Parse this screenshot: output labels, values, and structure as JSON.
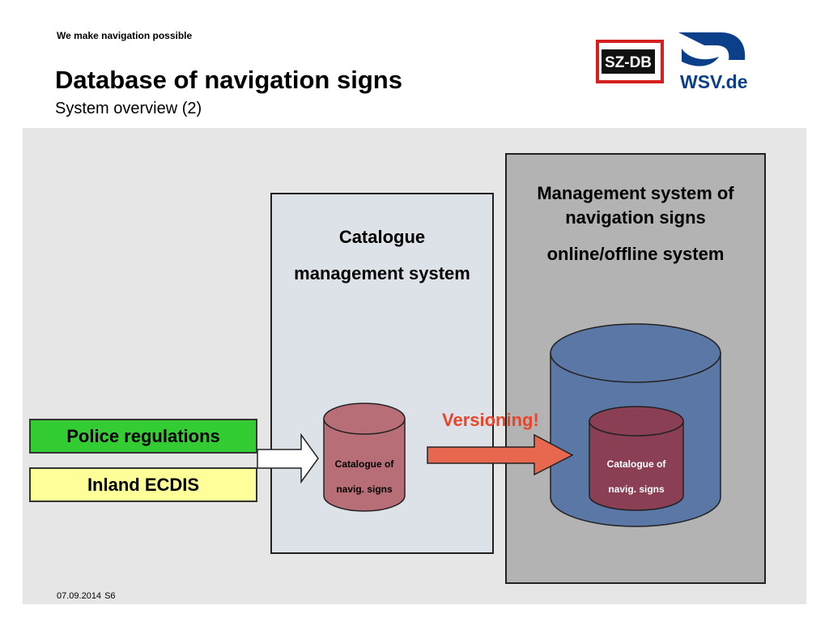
{
  "header": {
    "tagline": "We make navigation possible",
    "title": "Database of navigation signs",
    "subtitle": "System overview (2)"
  },
  "logos": {
    "szdb": "SZ-DB",
    "wsv": "WSV.de"
  },
  "diagram": {
    "management_system": {
      "title": "Management system of navigation signs",
      "subtitle": "online/offline system"
    },
    "catalogue_system": {
      "title_line1": "Catalogue",
      "title_line2": "management system"
    },
    "catalogue_db": {
      "line1": "Catalogue of",
      "line2": "navig. signs"
    },
    "managed_db": {
      "line1": "Catalogue of",
      "line2": "navig. signs"
    },
    "versioning_label": "Versioning!",
    "inputs": [
      {
        "label": "Police regulations"
      },
      {
        "label": "Inland ECDIS"
      }
    ]
  },
  "footer": {
    "date": "07.09.2014",
    "slide": "S6"
  },
  "colors": {
    "panel_bg": "#e6e6e6",
    "management_bg": "#b3b3b3",
    "catalogue_bg": "#dde2e8",
    "big_db": "#5b77a6",
    "small_db": "#b86e76",
    "inner_db": "#8a3f55",
    "versioning": "#e8452a",
    "police": "#33cc33",
    "ecdis": "#ffff99",
    "wsv_blue": "#0b3f8a",
    "szdb_red": "#d62020"
  }
}
